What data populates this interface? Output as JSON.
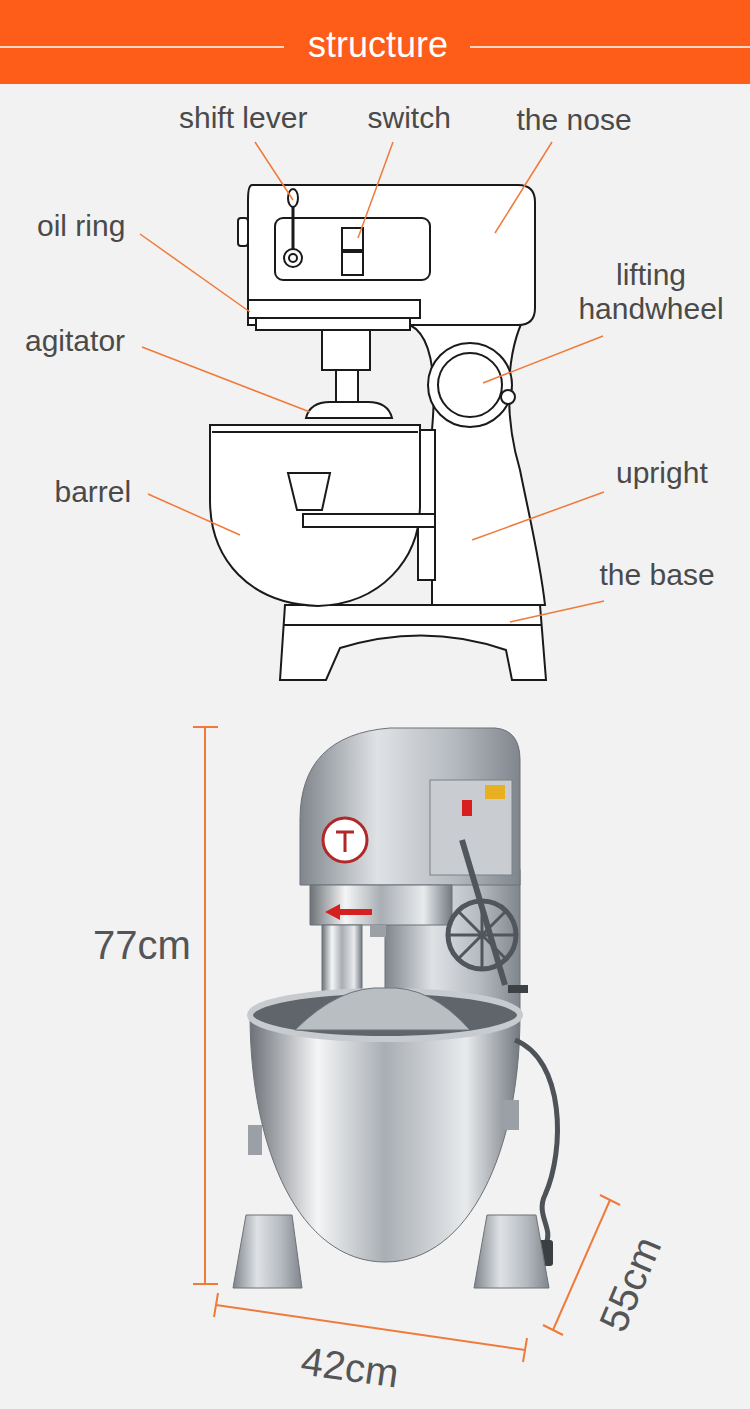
{
  "diagram": {
    "title": "structure",
    "labels": [
      "shift lever",
      "switch",
      "the nose",
      "oil ring",
      "lifting handwheel",
      "agitator",
      "barrel",
      "upright",
      "the base",
      "77cm",
      "42cm",
      "55cm"
    ]
  }
}
